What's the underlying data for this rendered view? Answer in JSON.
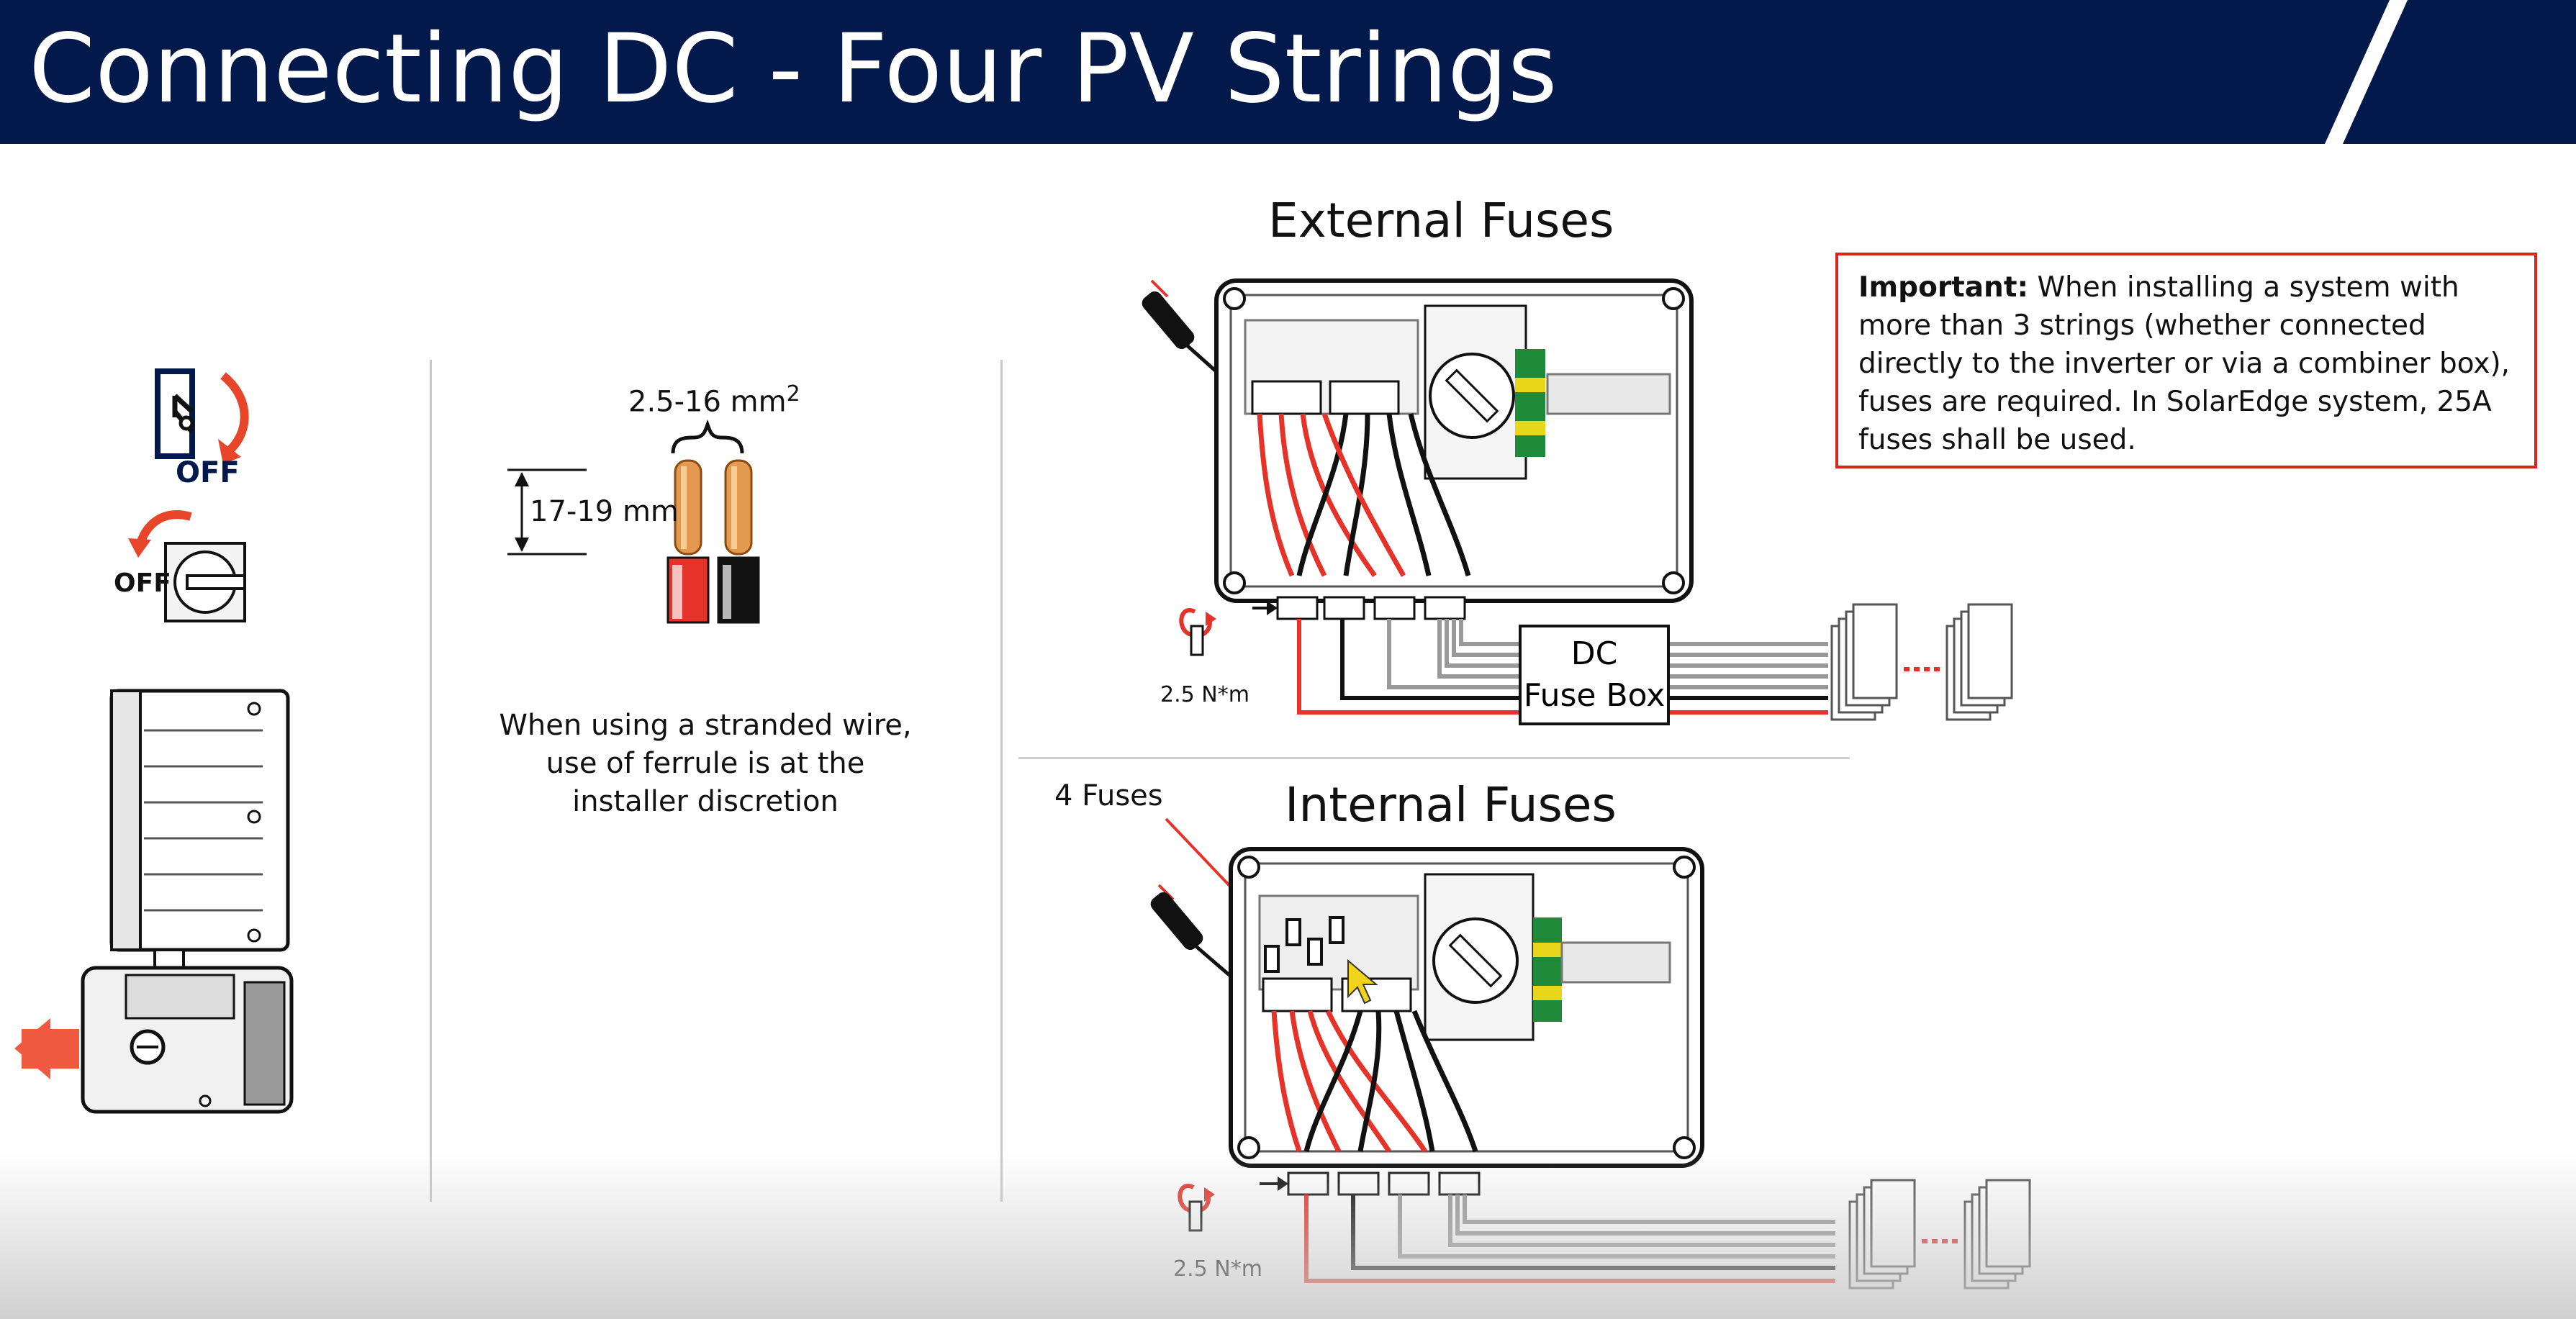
{
  "slide": {
    "title": "Connecting DC - Four PV Strings",
    "colors": {
      "header_bg": "#03194b",
      "accent_red": "#d7261b",
      "arrow_orange": "#f05a40"
    }
  },
  "left_panel": {
    "off_label_1": "OFF",
    "off_label_2": "OFF"
  },
  "wire_panel": {
    "cross_section": "2.5-16 mm",
    "cross_section_sup": "2",
    "strip_length": "17-19 mm",
    "stranded_note_1": "When using a stranded wire,",
    "stranded_note_2": "use of ferrule is at the",
    "stranded_note_3": "installer discretion"
  },
  "external_fuses": {
    "heading": "External Fuses",
    "torque": "2.5 N*m",
    "fuse_box_line1": "DC",
    "fuse_box_line2": "Fuse Box"
  },
  "internal_fuses": {
    "heading": "Internal Fuses",
    "fuses_callout": "4 Fuses",
    "torque": "2.5 N*m"
  },
  "important_note": {
    "bold_label": "Important:",
    "text": " When installing a system with more than 3 strings (whether connected directly to the inverter or via a combiner box), fuses are required. In SolarEdge system, 25A fuses shall be used."
  },
  "icons": [
    "switch-off-icon",
    "rotary-off-icon",
    "inverter-illustration",
    "ferrule-wire-icon",
    "screwdriver-icon",
    "torque-icon",
    "pv-panel-icon",
    "mouse-cursor-icon"
  ]
}
